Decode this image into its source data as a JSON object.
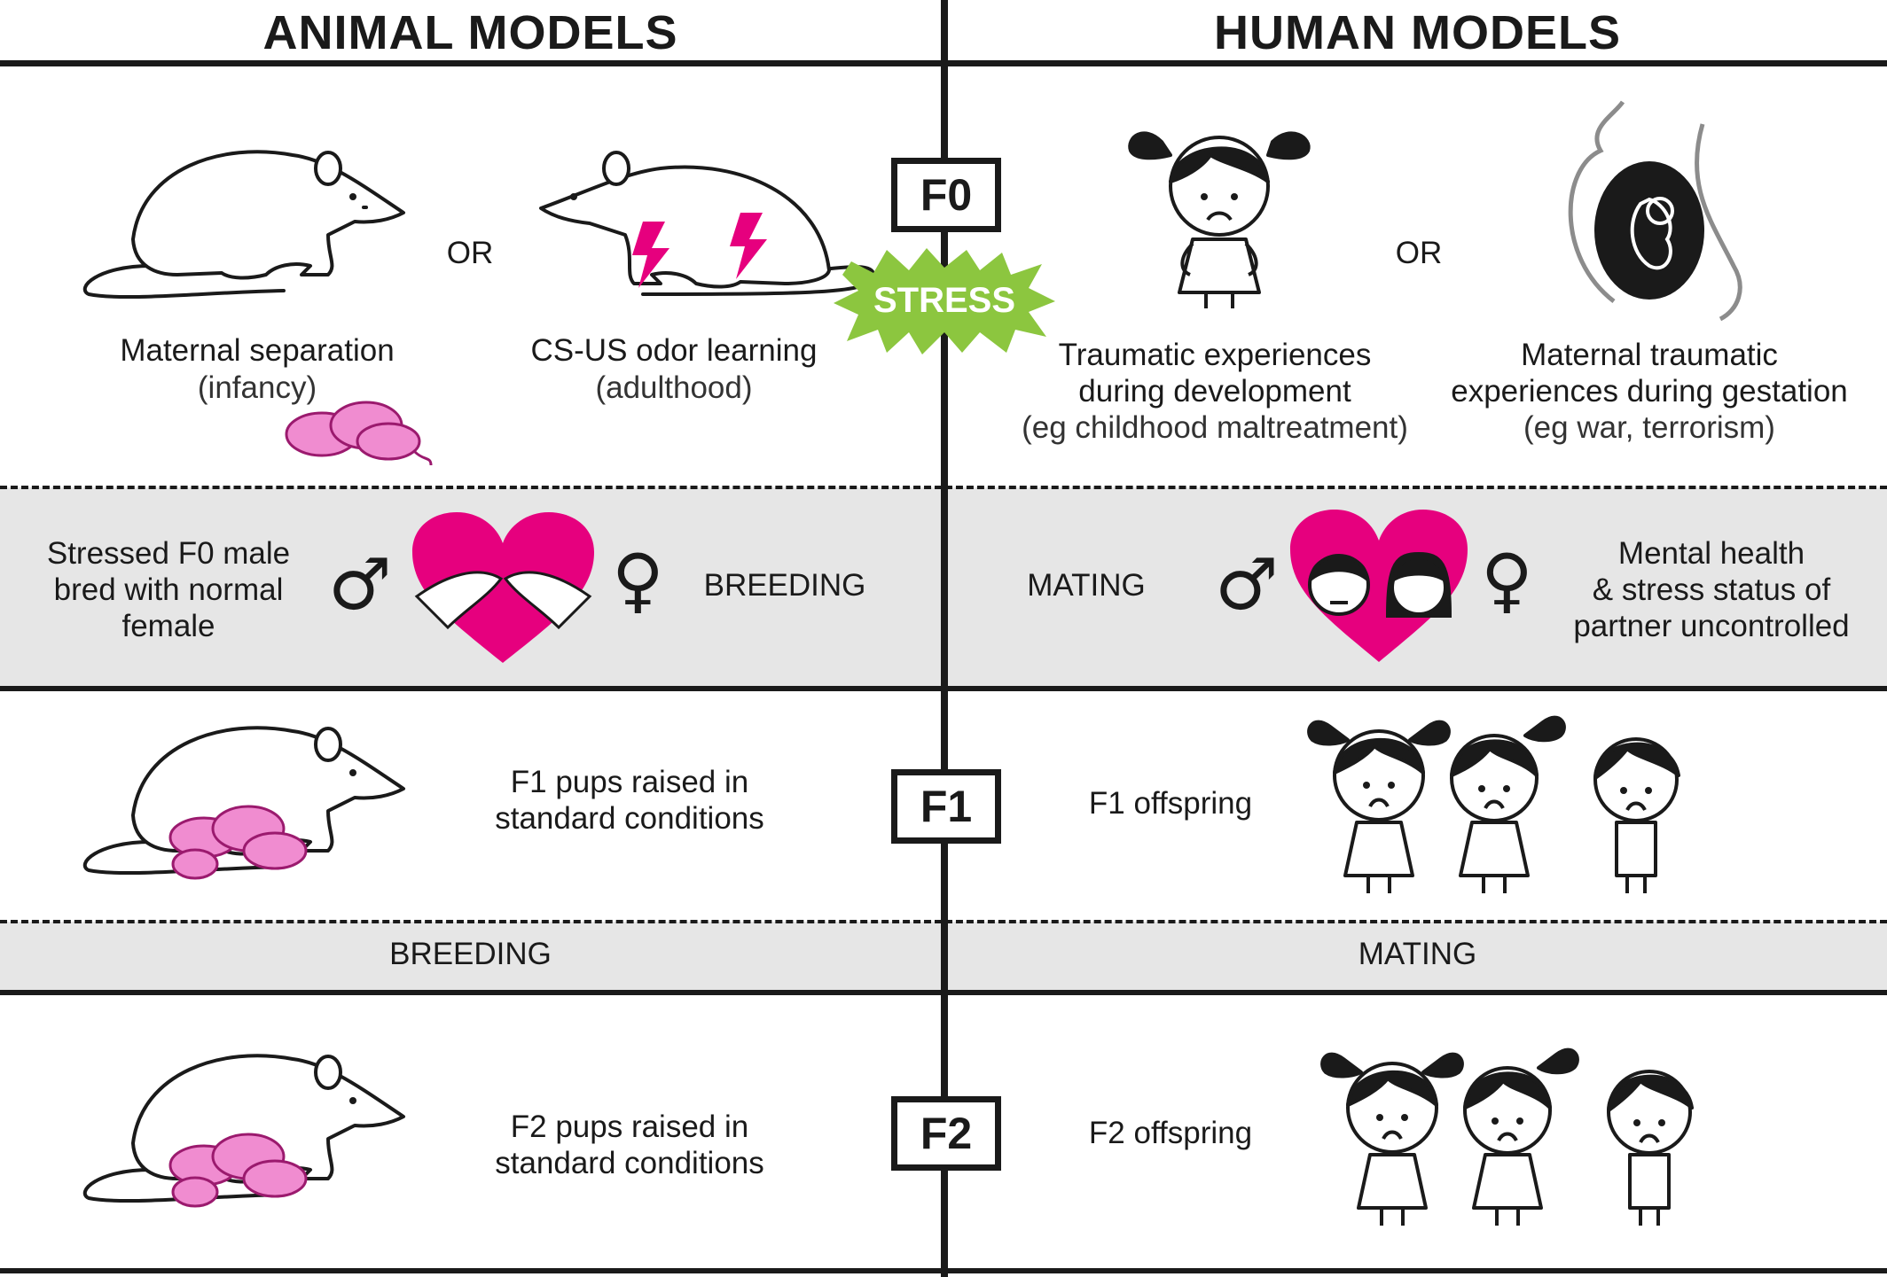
{
  "headers": {
    "animal": "ANIMAL MODELS",
    "human": "HUMAN MODELS"
  },
  "generations": {
    "f0": "F0",
    "f1": "F1",
    "f2": "F2"
  },
  "stress_label": "STRESS",
  "f0": {
    "or_animal": "OR",
    "or_human": "OR",
    "maternal_separation": {
      "title": "Maternal separation",
      "sub": "(infancy)"
    },
    "cs_us": {
      "title": "CS-US odor learning",
      "sub": "(adulthood)"
    },
    "traumatic_dev": {
      "line1": "Traumatic experiences",
      "line2": "during development",
      "sub": "(eg childhood maltreatment)"
    },
    "maternal_gestation": {
      "line1": "Maternal traumatic",
      "line2": "experiences during gestation",
      "sub": "(eg war, terrorism)"
    }
  },
  "breeding_row": {
    "animal_left": {
      "line1": "Stressed F0 male",
      "line2": "bred with normal",
      "line3": "female"
    },
    "animal_right": "BREEDING",
    "human_left": "MATING",
    "human_right": {
      "line1": "Mental health",
      "line2": "& stress status of",
      "line3": "partner uncontrolled"
    },
    "male_symbol": "♂",
    "female_symbol": "♀"
  },
  "f1": {
    "animal": {
      "line1": "F1 pups raised in",
      "line2": "standard conditions"
    },
    "human": "F1 offspring"
  },
  "band2": {
    "animal": "BREEDING",
    "human": "MATING"
  },
  "f2": {
    "animal": {
      "line1": "F2 pups raised in",
      "line2": "standard conditions"
    },
    "human": "F2 offspring"
  },
  "colors": {
    "magenta": "#e6007e",
    "pink": "#f08cd0",
    "green": "#8cc63f",
    "band": "#e6e6e6",
    "ink": "#1a1a1a"
  }
}
